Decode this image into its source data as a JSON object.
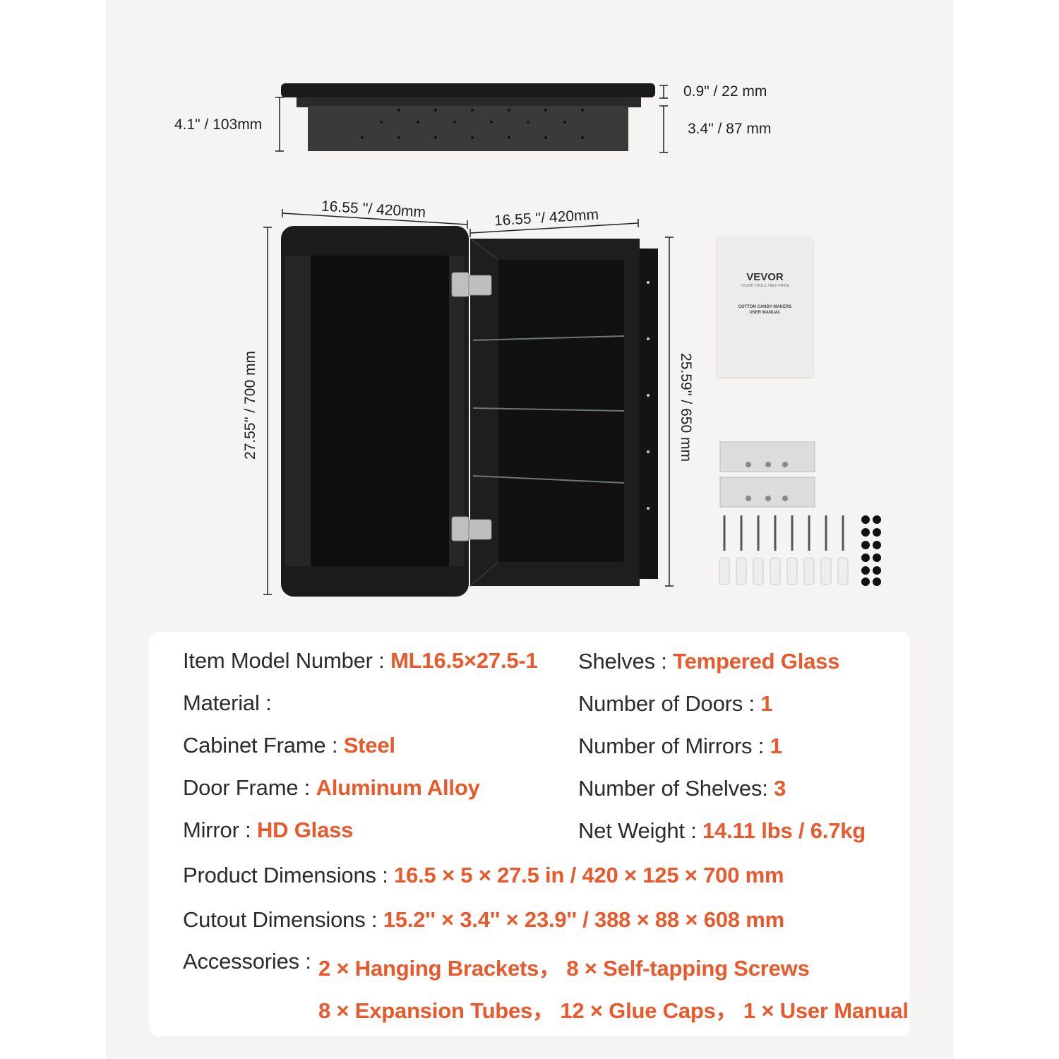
{
  "dimensions": {
    "door_thickness": "0.9\" / 22 mm",
    "body_depth": "3.4\" / 87 mm",
    "total_depth": "4.1\" / 103mm",
    "door_width": "16.55 ''/ 420mm",
    "body_width": "16.55 ''/ 420mm",
    "door_height": "27.55'' / 700 mm",
    "body_height": "25.59'' / 650 mm"
  },
  "manual": {
    "brand": "VEVOR",
    "tagline": "TOUGH TOOLS, HALF PRICE",
    "title_line1": "COTTON CANDY MAKERS",
    "title_line2": "USER MANUAL"
  },
  "specs": {
    "model": {
      "label": "Item Model Number :",
      "value": "ML16.5×27.5-1"
    },
    "shelves": {
      "label": "Shelves :",
      "value": "Tempered Glass"
    },
    "material": {
      "label": "Material :"
    },
    "doors": {
      "label": "Number of Doors :",
      "value": "1"
    },
    "cabinet_frame": {
      "label": "Cabinet Frame :",
      "value": "Steel"
    },
    "mirrors": {
      "label": "Number of Mirrors :",
      "value": "1"
    },
    "door_frame": {
      "label": "Door Frame :",
      "value": "Aluminum Alloy"
    },
    "num_shelves": {
      "label": "Number of Shelves:",
      "value": "3"
    },
    "mirror": {
      "label": "Mirror :",
      "value": "HD Glass"
    },
    "net_weight": {
      "label": "Net Weight :",
      "value": "14.11 lbs / 6.7kg"
    },
    "product_dims": {
      "label": "Product Dimensions :",
      "value": "16.5 × 5 × 27.5 in / 420 × 125 × 700 mm"
    },
    "cutout_dims": {
      "label": "Cutout Dimensions :",
      "value": "15.2'' × 3.4'' × 23.9'' / 388 × 88 × 608 mm"
    },
    "accessories": {
      "label": "Accessories :",
      "line1": "2 × Hanging Brackets， 8 × Self-tapping Screws",
      "line2": "8 × Expansion Tubes， 12 × Glue Caps， 1 × User Manual"
    }
  },
  "colors": {
    "accent": "#e9592c",
    "text": "#2b2b2b",
    "cabinet": "#1a1a1a",
    "background": "#f5f4f3"
  }
}
